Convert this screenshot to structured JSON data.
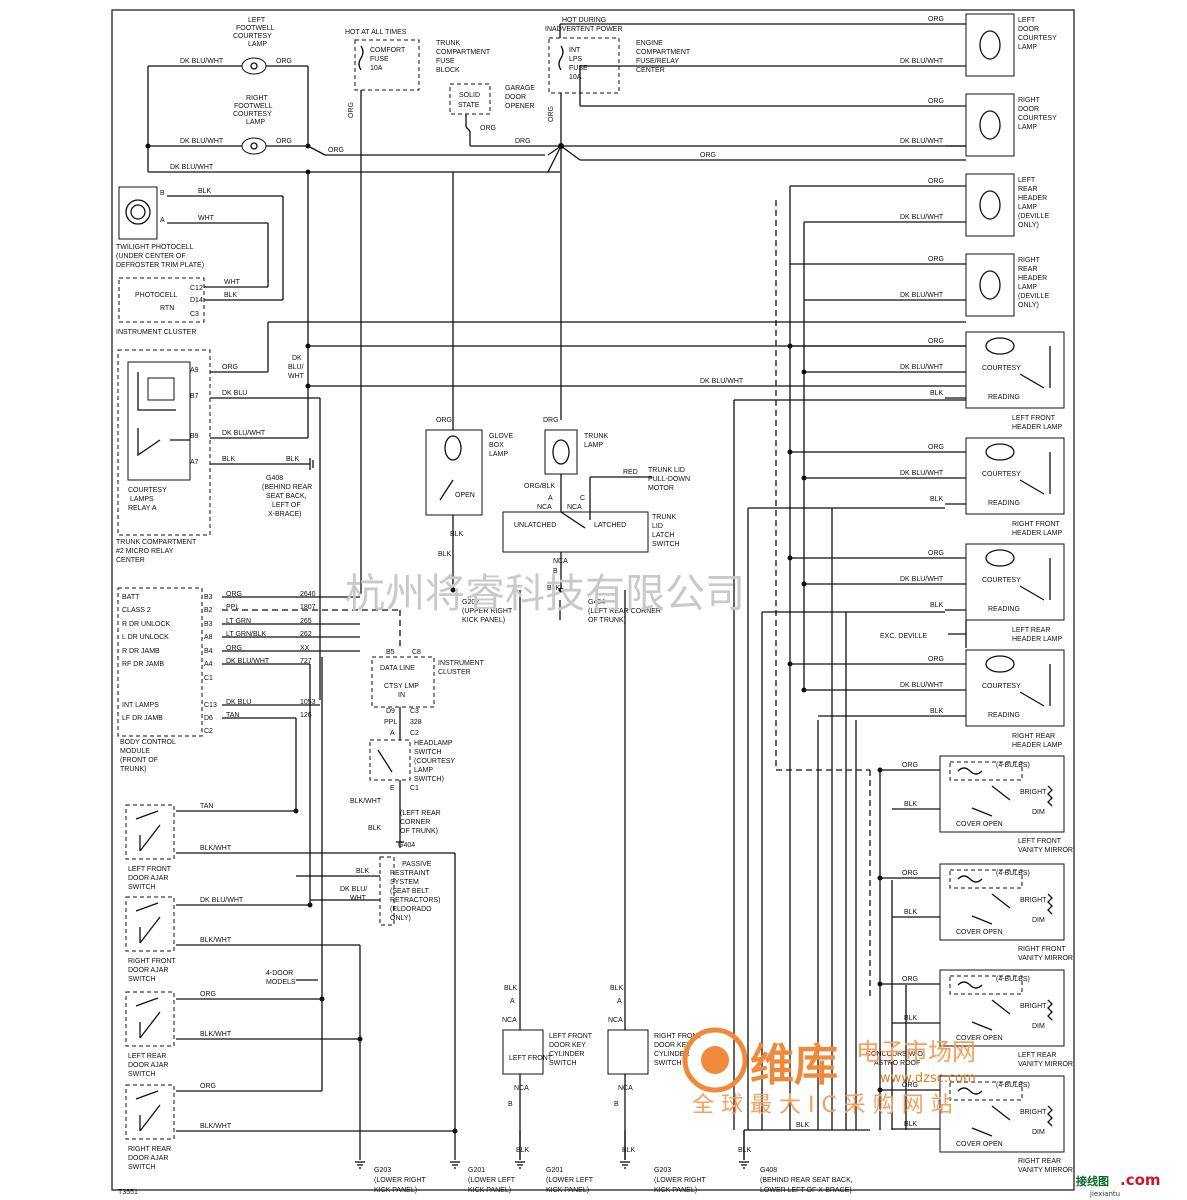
{
  "diagram": {
    "ref_number": "T3551",
    "watermarks": {
      "chinese_company": "杭州将睿科技有限公司",
      "brand_cn": "维库",
      "brand_sub": "电子市场网",
      "brand_url": "www.dzsc.com",
      "brand_slogan": "全 球 最 大 I C 采 购 网 站",
      "footer_logo": "接线图",
      "footer_dotcom": ".com",
      "footer_url": "jiexiantu"
    },
    "fuses": {
      "trunk": {
        "header": "HOT AT ALL TIMES",
        "line1": "COMFORT",
        "line2": "FUSE",
        "line3": "10A",
        "loc1": "TRUNK",
        "loc2": "COMPARTMENT",
        "loc3": "FUSE",
        "loc4": "BLOCK"
      },
      "engine": {
        "header1": "HOT DURING",
        "header2": "INADVERTENT POWER",
        "line1": "INT",
        "line2": "LPS",
        "line3": "FUSE",
        "line4": "10A",
        "loc1": "ENGINE",
        "loc2": "COMPARTMENT",
        "loc3": "FUSE/RELAY",
        "loc4": "CENTER"
      }
    },
    "left_lamps": {
      "left_footwell": [
        "LEFT",
        "FOOTWELL",
        "COURTESY",
        "LAMP"
      ],
      "right_footwell": [
        "RIGHT",
        "FOOTWELL",
        "COURTESY",
        "LAMP"
      ]
    },
    "garage": {
      "box1": "SOLID",
      "box2": "STATE",
      "label1": "GARAGE",
      "label2": "DOOR",
      "label3": "OPENER"
    },
    "photocell": {
      "label1": "TWILIGHT PHOTOCELL",
      "label2": "(UNDER CENTER OF",
      "label3": "DEFROSTER TRIM PLATE)",
      "pin_b": "B",
      "pin_a": "A",
      "inner1": "PHOTOCELL",
      "inner2": "RTN",
      "c12": "C12",
      "d14": "D14",
      "c3": "C3",
      "cluster": "INSTRUMENT CLUSTER"
    },
    "relay": {
      "a9": "A9",
      "b7": "B7",
      "b9": "B9",
      "a7": "A7",
      "label1": "COURTESY",
      "label2": "LAMPS",
      "label3": "RELAY A",
      "center1": "TRUNK COMPARTMENT",
      "center2": "#2 MICRO RELAY",
      "center3": "CENTER",
      "g408_1": "G408",
      "g408_2": "(BEHIND REAR",
      "g408_3": "SEAT BACK,",
      "g408_4": "LEFT OF",
      "g408_5": "X-BRACE)"
    },
    "bcm": {
      "pins": [
        {
          "name": "BATT",
          "pin": "B3",
          "wire": "ORG",
          "circuit": "2640"
        },
        {
          "name": "CLASS 2",
          "pin": "B2",
          "wire": "PPL",
          "circuit": "1807"
        },
        {
          "name": "R DR UNLOCK",
          "pin": "B3",
          "wire": "LT GRN",
          "circuit": "265"
        },
        {
          "name": "L DR UNLOCK",
          "pin": "A8",
          "wire": "LT GRN/BLK",
          "circuit": "262"
        },
        {
          "name": "R DR JAMB",
          "pin": "B4",
          "wire": "ORG",
          "circuit": "XX"
        },
        {
          "name": "RF DR JAMB",
          "pin": "A4",
          "wire": "DK BLU/WHT",
          "circuit": "727"
        },
        {
          "name": "",
          "pin": "C1",
          "wire": "",
          "circuit": ""
        },
        {
          "name": "INT LAMPS",
          "pin": "C13",
          "wire": "DK BLU",
          "circuit": "1053"
        },
        {
          "name": "LF DR JAMB",
          "pin": "D6",
          "wire": "TAN",
          "circuit": "126"
        },
        {
          "name": "",
          "pin": "C2",
          "wire": "",
          "circuit": ""
        }
      ],
      "label1": "BODY CONTROL",
      "label2": "MODULE",
      "label3": "(FRONT OF",
      "label4": "TRUNK)"
    },
    "cluster": {
      "b5": "B5",
      "c8": "C8",
      "data_line": "DATA LINE",
      "ctsy1": "CTSY LMP",
      "ctsy2": "IN",
      "d9": "D9",
      "c3": "C3",
      "label1": "INSTRUMENT",
      "label2": "CLUSTER",
      "ppl": "PPL",
      "c328": "328",
      "a": "A",
      "c2": "C2"
    },
    "headlamp": {
      "l1": "HEADLAMP",
      "l2": "SWITCH",
      "l3": "(COURTESY",
      "l4": "LAMP",
      "l5": "SWITCH)",
      "e": "E",
      "c1": "C1",
      "blkwht": "BLK/WHT",
      "blk": "BLK",
      "g1": "(LEFT REAR",
      "g2": "CORNER",
      "g3": "OF TRUNK)",
      "g4": "G404"
    },
    "glovebox": {
      "wire": "ORG",
      "l1": "GLOVE",
      "l2": "BOX",
      "l3": "LAMP",
      "open": "OPEN",
      "blk": "BLK",
      "g1": "G202",
      "g2": "(UPPER RIGHT",
      "g3": "KICK PANEL)"
    },
    "trunk": {
      "wire": "DRG",
      "l1": "TRUNK",
      "l2": "LAMP",
      "orgblk": "ORG/BLK",
      "red": "RED",
      "motor1": "TRUNK LID",
      "motor2": "PULL-DOWN",
      "motor3": "MOTOR",
      "a": "A",
      "c": "C",
      "nca1": "NCA",
      "nca2": "NCA",
      "unlatched": "UNLATCHED",
      "latched": "LATCHED",
      "sw1": "TRUNK",
      "sw2": "LID",
      "sw3": "LATCH",
      "sw4": "SWITCH",
      "nca3": "NCA",
      "b": "B",
      "blk": "BLK",
      "g1": "G404",
      "g2": "(LEFT REAR CORNER",
      "g3": "OF TRUNK)"
    },
    "right_lamps": {
      "ldoor": [
        "LEFT",
        "DOOR",
        "COURTESY",
        "LAMP"
      ],
      "rdoor": [
        "RIGHT",
        "DOOR",
        "COURTESY",
        "LAMP"
      ],
      "lrear": [
        "LEFT",
        "REAR",
        "HEADER",
        "LAMP",
        "(DEVILLE",
        "ONLY)"
      ],
      "rrear": [
        "RIGHT",
        "REAR",
        "HEADER",
        "LAMP",
        "(DEVILLE",
        "ONLY)"
      ]
    },
    "header_lamps": [
      {
        "courtesy": "COURTESY",
        "reading": "READING",
        "label": "LEFT FRONT",
        "label2": "HEADER LAMP"
      },
      {
        "courtesy": "COURTESY",
        "reading": "READING",
        "label": "RIGHT FRONT",
        "label2": "HEADER LAMP"
      },
      {
        "courtesy": "COURTESY",
        "reading": "READING",
        "label": "LEFT REAR",
        "label2": "HEADER LAMP"
      },
      {
        "courtesy": "COURTESY",
        "reading": "READING",
        "label": "RIGHT REAR",
        "label2": "HEADER LAMP"
      }
    ],
    "exc_deville": "EXC. DEVILLE",
    "mirrors": [
      {
        "bulbs": "(4-BULBS)",
        "bright": "BRIGHT",
        "dim": "DIM",
        "cover": "COVER OPEN",
        "label": "LEFT FRONT",
        "label2": "VANITY MIRROR"
      },
      {
        "bulbs": "(4-BULBS)",
        "bright": "BRIGHT",
        "dim": "DIM",
        "cover": "COVER OPEN",
        "label": "RIGHT FRONT",
        "label2": "VANITY MIRROR"
      },
      {
        "bulbs": "(4-BULBS)",
        "bright": "BRIGHT",
        "dim": "DIM",
        "cover": "COVER OPEN",
        "label": "LEFT REAR",
        "label2": "VANITY MIRROR"
      },
      {
        "bulbs": "(4-BULBS)",
        "bright": "BRIGHT",
        "dim": "DIM",
        "cover": "COVER OPEN",
        "label": "RIGHT REAR",
        "label2": "VANITY MIRROR"
      }
    ],
    "concours": [
      "CONCOURS W/O",
      "ASTRO ROOF"
    ],
    "door_switches": [
      {
        "l1": "LEFT FRONT",
        "l2": "DOOR AJAR",
        "l3": "SWITCH"
      },
      {
        "l1": "RIGHT FRONT",
        "l2": "DOOR AJAR",
        "l3": "SWITCH"
      },
      {
        "l1": "LEFT REAR",
        "l2": "DOOR AJAR",
        "l3": "SWITCH"
      },
      {
        "l1": "RIGHT REAR",
        "l2": "DOOR AJAR",
        "l3": "SWITCH"
      }
    ],
    "four_door": [
      "4-DOOR",
      "MODELS"
    ],
    "passive": [
      "PASSIVE",
      "RESTRAINT",
      "SYSTEM",
      "(SEAT BELT",
      "RETRACTORS)",
      "(ELDORADO",
      "ONLY)"
    ],
    "key_cyl": [
      {
        "l1": "LEFT FRONT",
        "l2": "DOOR KEY",
        "l3": "CYLINDER",
        "l4": "SWITCH"
      },
      {
        "l1": "RIGHT FRONT",
        "l2": "DOOR KEY",
        "l3": "CYLINDER",
        "l4": "SWITCH"
      }
    ],
    "grounds": [
      {
        "g": "G203",
        "l1": "(LOWER RIGHT",
        "l2": "KICK PANEL)"
      },
      {
        "g": "G201",
        "l1": "(LOWER LEFT",
        "l2": "KICK PANEL)"
      },
      {
        "g": "G201",
        "l1": "(LOWER LEFT",
        "l2": "KICK PANEL)"
      },
      {
        "g": "G203",
        "l1": "(LOWER RIGHT",
        "l2": "KICK PANEL)"
      },
      {
        "g": "G408",
        "l1": "(BEHIND REAR SEAT BACK,",
        "l2": "LOWER LEFT OF X-BRACE)"
      }
    ],
    "wires": {
      "org": "ORG",
      "blk": "BLK",
      "wht": "WHT",
      "drg": "DRG",
      "dkbluwht": "DK BLU/WHT",
      "dkblu": "DK BLU",
      "tan": "TAN",
      "bluwht": "BLK/WHT",
      "nca": "NCA",
      "dkblu2": "DK",
      "dkblu3": "BLU/",
      "dkblu4": "WHT",
      "dkbluwht_a": "DK BLU/",
      "dkbluwht_b": "WHT"
    }
  }
}
